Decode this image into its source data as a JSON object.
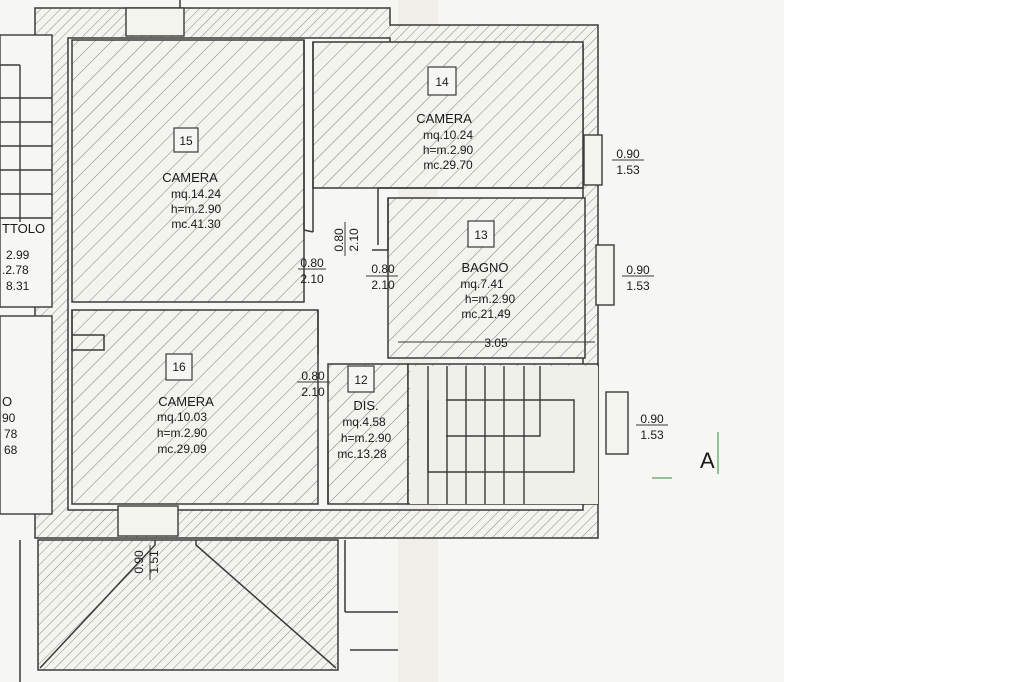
{
  "rooms": {
    "r15": {
      "number": "15",
      "name": "CAMERA",
      "area": "mq.14.24",
      "height": "h=m.2.90",
      "volume": "mc.41.30"
    },
    "r14": {
      "number": "14",
      "name": "CAMERA",
      "area": "mq.10.24",
      "height": "h=m.2.90",
      "volume": "mc.29.70"
    },
    "r13": {
      "number": "13",
      "name": "BAGNO",
      "area": "mq.7.41",
      "height": "h=m.2.90",
      "volume": "mc.21.49"
    },
    "r16": {
      "number": "16",
      "name": "CAMERA",
      "area": "mq.10.03",
      "height": "h=m.2.90",
      "volume": "mc.29.09"
    },
    "r12": {
      "number": "12",
      "name": "DIS.",
      "area": "mq.4.58",
      "height": "h=m.2.90",
      "volume": "mc.13.28"
    },
    "left_top": {
      "name": "TTOLO",
      "area": "2.99",
      "height": ".2.78",
      "volume": "8.31"
    },
    "left_bottom": {
      "name": "O",
      "area": "90",
      "height": "78",
      "volume": "68"
    }
  },
  "doors": {
    "d15": {
      "width": "0.80",
      "height": "2.10"
    },
    "d15_vertical": {
      "width": "0.80",
      "height": "2.10"
    },
    "d13": {
      "width": "0.80",
      "height": "2.10"
    },
    "d16": {
      "width": "0.80",
      "height": "2.10"
    }
  },
  "windows": {
    "w14": {
      "width": "0.90",
      "height": "1.53"
    },
    "w13": {
      "width": "0.90",
      "height": "1.53"
    },
    "w12": {
      "width": "0.90",
      "height": "1.53"
    },
    "w_balcony": {
      "width": "0.90",
      "height": "1.51"
    }
  },
  "dimensions": {
    "bath_width": "3.05"
  },
  "section_marker": "A",
  "colors": {
    "paper": "#f4f4ef",
    "ink": "#3a3a3a",
    "hatch": "#8a8a8a"
  }
}
